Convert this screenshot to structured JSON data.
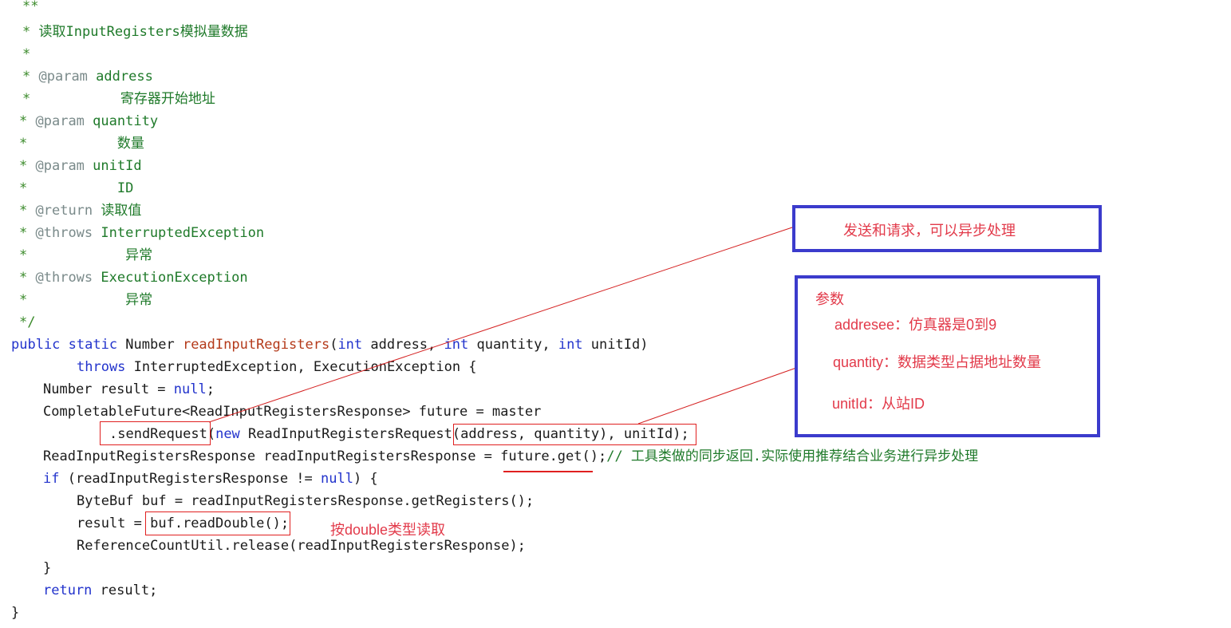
{
  "code": {
    "c1": "**",
    "c2_star": "*",
    "c2_text": "读取InputRegisters模拟量数据",
    "c3": "*",
    "c4_star": "*",
    "c4_tag": "@param",
    "c4_name": "address",
    "c5_star": "*",
    "c5_text": "寄存器开始地址",
    "c6_star": "*",
    "c6_tag": "@param",
    "c6_name": "quantity",
    "c7_star": "*",
    "c7_text": "数量",
    "c8_star": "*",
    "c8_tag": "@param",
    "c8_name": "unitId",
    "c9_star": "*",
    "c9_text": "ID",
    "c10_star": "*",
    "c10_tag": "@return",
    "c10_text": "读取值",
    "c11_star": "*",
    "c11_tag": "@throws",
    "c11_name": "InterruptedException",
    "c12_star": "*",
    "c12_text": "异常",
    "c13_star": "*",
    "c13_tag": "@throws",
    "c13_name": "ExecutionException",
    "c14_star": "*",
    "c14_text": "异常",
    "c15": "*/",
    "l1_kw": "public static",
    "l1_type": " Number ",
    "l1_fn": "readInputRegisters",
    "l1_p1": "(",
    "l1_int1": "int",
    "l1_p2": " address, ",
    "l1_int2": "int",
    "l1_p3": " quantity, ",
    "l1_int3": "int",
    "l1_p4": " unitId)",
    "l2_kw": "throws",
    "l2_rest": " InterruptedException, ExecutionException {",
    "l3_a": "Number result = ",
    "l3_null": "null",
    "l3_b": ";",
    "l4": "CompletableFuture<ReadInputRegistersResponse> future = master",
    "l5_send": ".sendRequest",
    "l5_p": "(",
    "l5_new": "new",
    "l5_cls": " ReadInputRegistersRequest",
    "l5_args": "(address, quantity), unitId);",
    "l6_a": "ReadInputRegistersResponse readInputRegistersResponse = ",
    "l6_b": "future.get();",
    "l6_cm": "// 工具类做的同步返回.实际使用推荐结合业务进行异步处理",
    "l7_if": "if",
    "l7_a": " (readInputRegistersResponse != ",
    "l7_null": "null",
    "l7_b": ") {",
    "l8": "ByteBuf buf = readInputRegistersResponse.getRegisters();",
    "l9_a": "result = ",
    "l9_b": "buf.readDouble();",
    "l10": "ReferenceCountUtil.release(readInputRegistersResponse);",
    "l11": "}",
    "l12_kw": "return",
    "l12_rest": " result;",
    "l13": "}"
  },
  "annotations": {
    "send_note": "发送和请求，可以异步处理",
    "params_title": "参数",
    "params_address": "addresee：仿真器是0到9",
    "params_quantity": "quantity：数据类型占据地址数量",
    "params_unitid": "unitId：从站ID",
    "read_double_note": "按double类型读取"
  },
  "colors": {
    "keyword": "#2233cc",
    "method": "#b43a1a",
    "comment": "#3a8a2a",
    "annotation_red": "#e23a4a",
    "box_blue": "#3b3bcc",
    "highlight_red": "#e02020"
  }
}
